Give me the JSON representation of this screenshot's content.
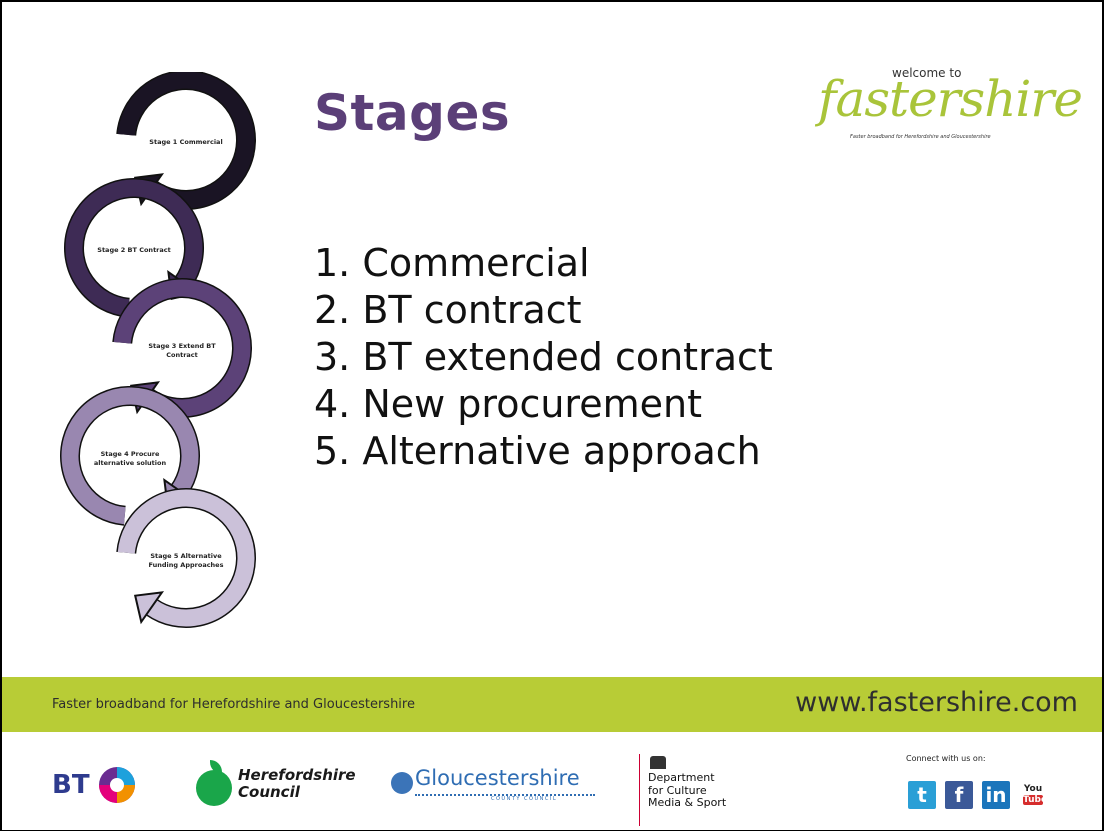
{
  "slide": {
    "title": "Stages",
    "items": [
      "1. Commercial",
      "2. BT contract",
      "3. BT extended contract",
      "4. New procurement",
      "5. Alternative approach"
    ]
  },
  "logo": {
    "welcome": "welcome to",
    "wordmark": "fastershire",
    "tagline": "Faster broadband for Herefordshire and Gloucestershire"
  },
  "cycle": {
    "stages": [
      {
        "label_lines": [
          "Stage 1 Commercial"
        ],
        "color": "#1a1424"
      },
      {
        "label_lines": [
          "Stage 2 BT Contract"
        ],
        "color": "#3e2b55"
      },
      {
        "label_lines": [
          "Stage 3 Extend BT",
          "Contract"
        ],
        "color": "#5c4278"
      },
      {
        "label_lines": [
          "Stage 4 Procure",
          "alternative solution"
        ],
        "color": "#9987b0"
      },
      {
        "label_lines": [
          "Stage 5 Alternative",
          "Funding Approaches"
        ],
        "color": "#cbc1d9"
      }
    ]
  },
  "footer": {
    "tagline": "Faster broadband for Herefordshire and Gloucestershire",
    "url": "www.fastershire.com",
    "band_color": "#b8cc36"
  },
  "partners": {
    "bt": "BT",
    "herefordshire": [
      "Herefordshire",
      "Council"
    ],
    "gloucestershire": "Gloucestershire",
    "gloucestershire_sub": "COUNTY COUNCIL",
    "dcms": [
      "Department",
      "for Culture",
      "Media & Sport"
    ]
  },
  "social": {
    "connect": "Connect with us on:",
    "twitter": "t",
    "facebook": "f",
    "linkedin": "in",
    "youtube_top": "You",
    "youtube_bottom": "Tube"
  }
}
